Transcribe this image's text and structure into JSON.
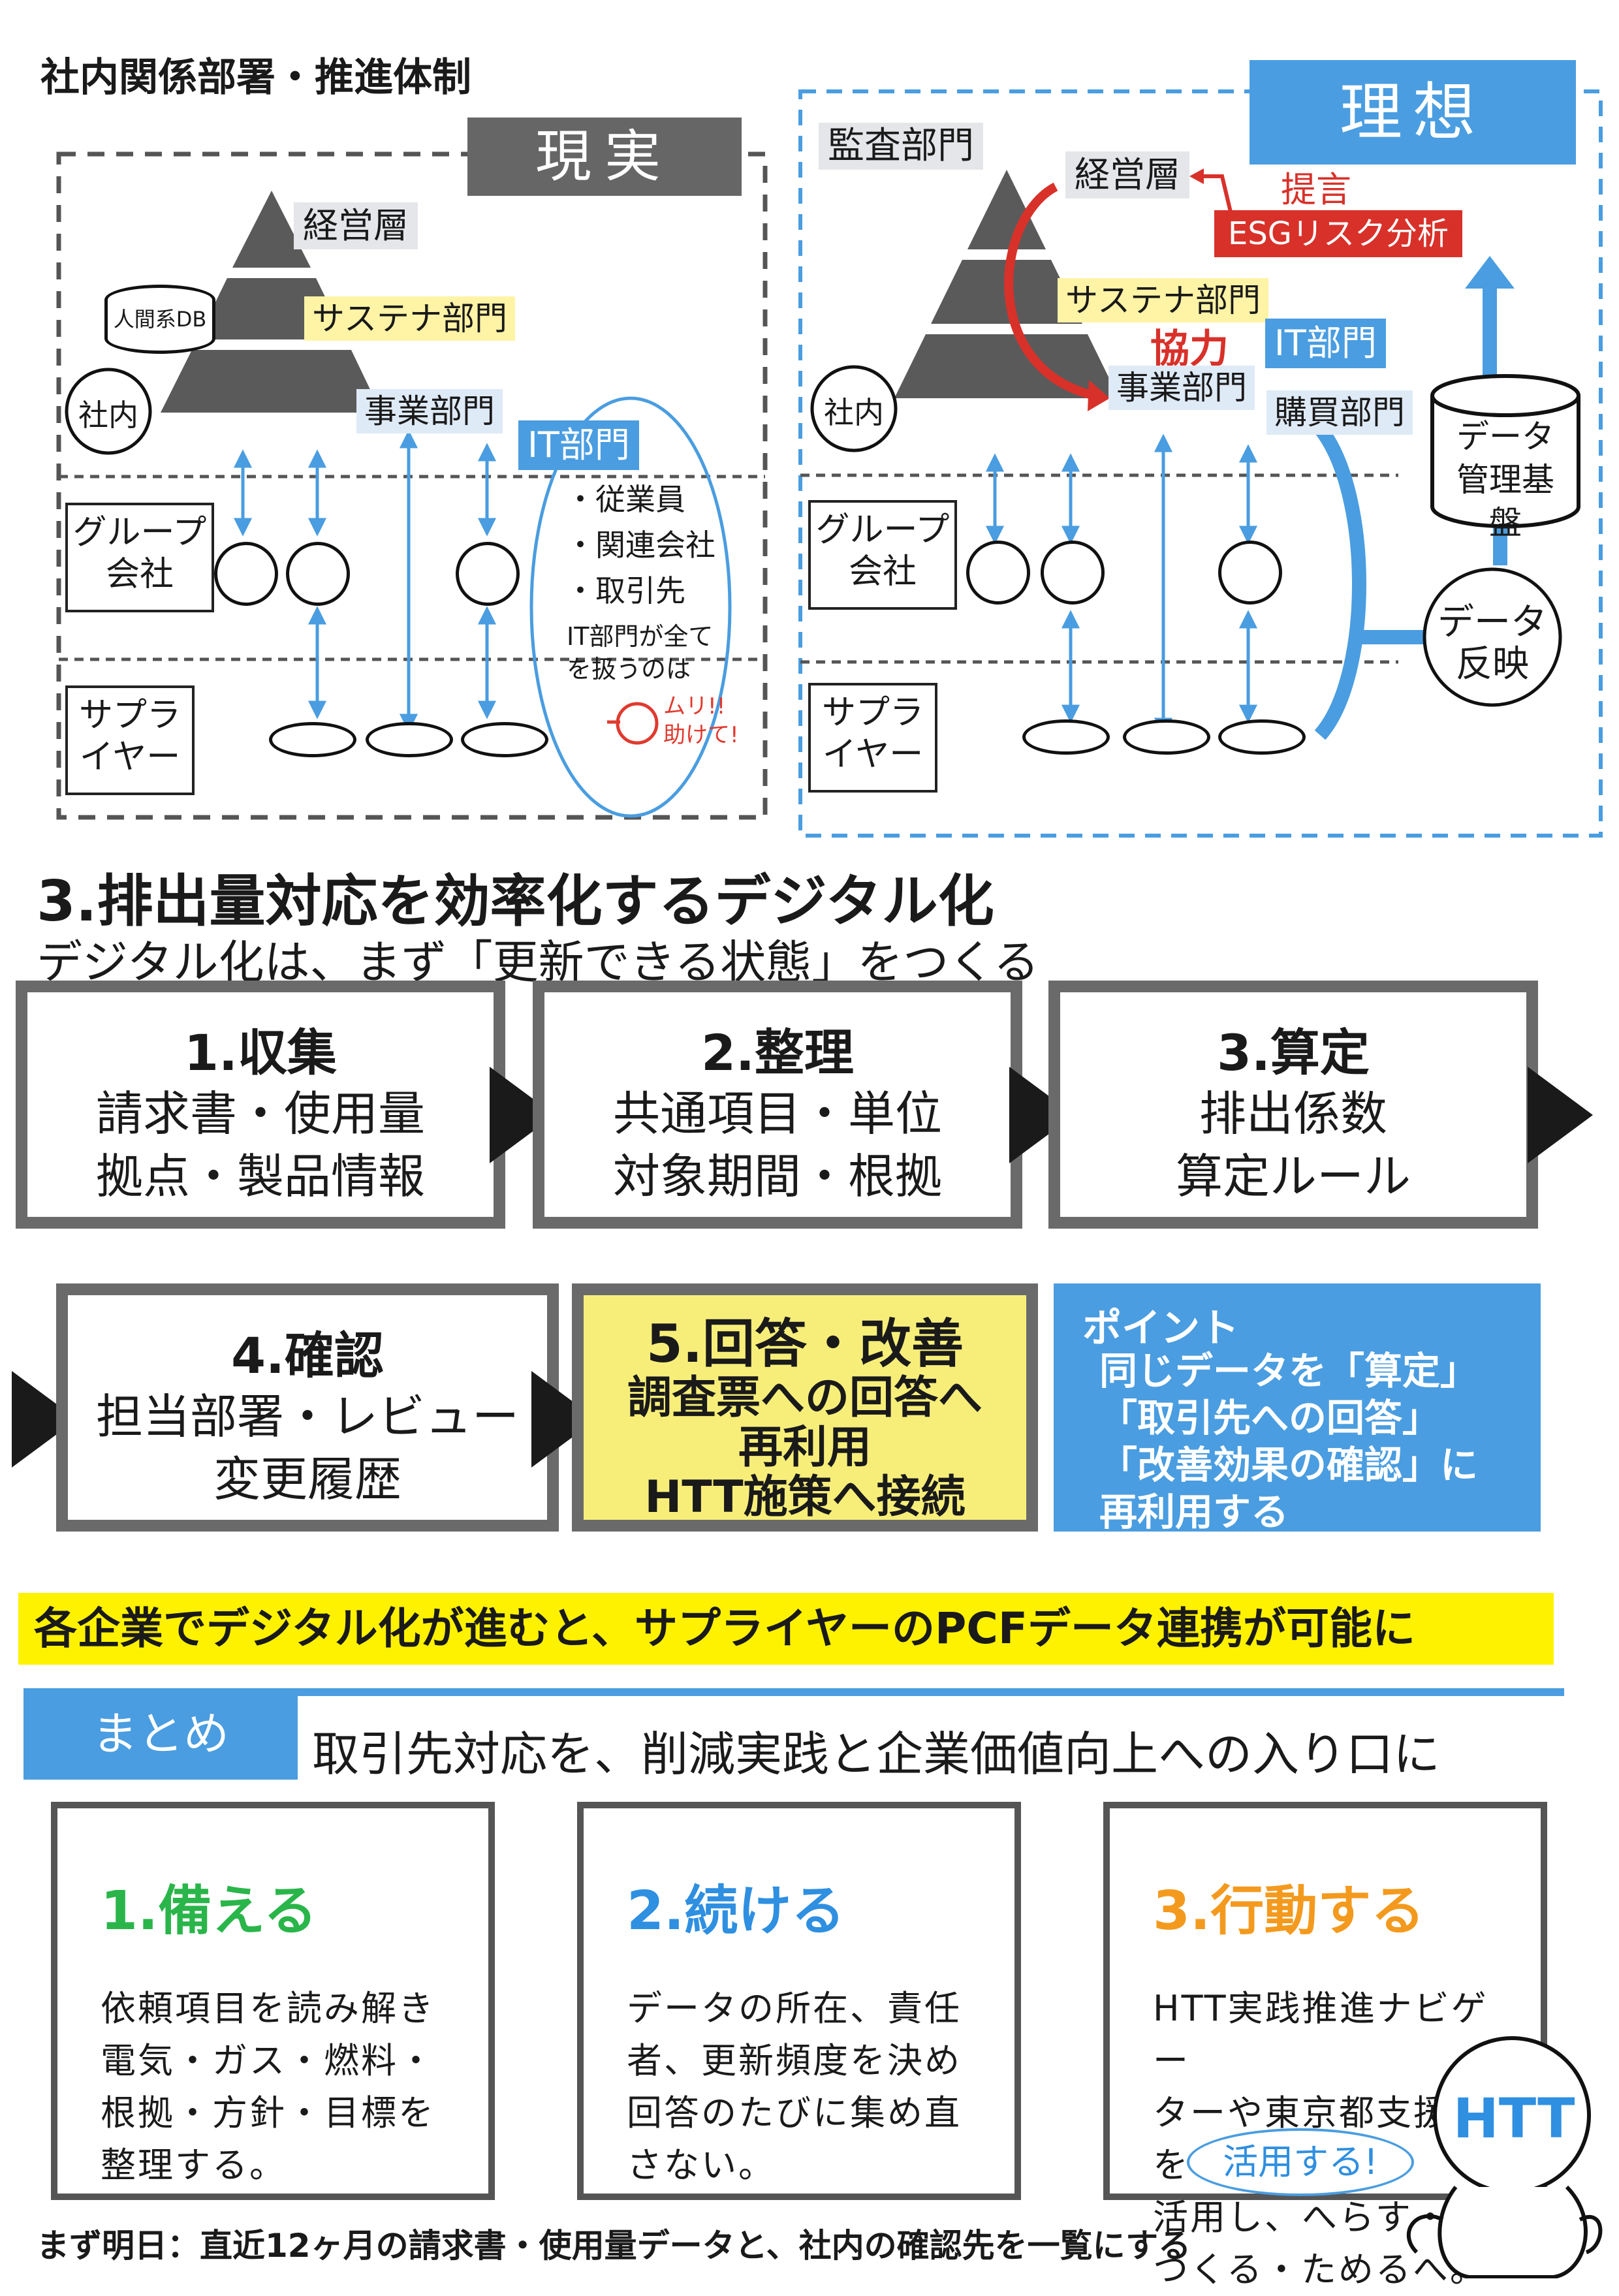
{
  "section_title": "社内関係部署・推進体制",
  "left_panel": {
    "tag": "現実",
    "exec": "経営層",
    "hr_db": "人間系DB",
    "sustain": "サステナ部門",
    "internal": "社内",
    "business": "事業部門",
    "it": "IT部門",
    "group": [
      "グループ",
      "会社"
    ],
    "supplier": [
      "サプラ",
      "イヤー"
    ],
    "it_notes": [
      "・従業員",
      "・関連会社",
      "・取引先"
    ],
    "it_comment": [
      "IT部門が全て",
      "を扱うのは"
    ],
    "cry": [
      "ムリ!!",
      "助けて!"
    ]
  },
  "right_panel": {
    "tag": "理想",
    "audit": "監査部門",
    "exec": "経営層",
    "proposal": "提言",
    "esg": "ESGリスク分析",
    "sustain": "サステナ部門",
    "cooperation": "協力",
    "it": "IT部門",
    "internal": "社内",
    "business": "事業部門",
    "purchasing": "購買部門",
    "data_platform": [
      "データ",
      "管理基盤"
    ],
    "group": [
      "グループ",
      "会社"
    ],
    "supplier": [
      "サプラ",
      "イヤー"
    ],
    "data_reflect": [
      "データ",
      "反映"
    ]
  },
  "heading3": "3.排出量対応を効率化するデジタル化",
  "subheading3": "デジタル化は、まず「更新できる状態」をつくる",
  "steps": [
    {
      "title": "1.収集",
      "lines": [
        "請求書・使用量",
        "拠点・製品情報"
      ]
    },
    {
      "title": "2.整理",
      "lines": [
        "共通項目・単位",
        "対象期間・根拠"
      ]
    },
    {
      "title": "3.算定",
      "lines": [
        "排出係数",
        "算定ルール"
      ]
    },
    {
      "title": "4.確認",
      "lines": [
        "担当部署・レビュー",
        "変更履歴"
      ]
    },
    {
      "title": "5.回答・改善",
      "lines": [
        "調査票への回答へ",
        "再利用",
        "HTT施策へ接続"
      ]
    }
  ],
  "point": {
    "title": "ポイント",
    "lines": [
      "同じデータを「算定」",
      "「取引先への回答」",
      "「改善効果の確認」に",
      "再利用する"
    ]
  },
  "banner": "各企業でデジタル化が進むと、サプライヤーのPCFデータ連携が可能に",
  "summary": {
    "tag": "まとめ",
    "headline": "取引先対応を、削減実践と企業価値向上への入り口に",
    "cards": [
      {
        "title": "1.備える",
        "lines": [
          "依頼項目を読み解き",
          "電気・ガス・燃料・",
          "根拠・方針・目標を",
          "整理する。"
        ]
      },
      {
        "title": "2.続ける",
        "lines": [
          "データの所在、責任",
          "者、更新頻度を決め",
          "回答のたびに集め直",
          "さない。"
        ]
      },
      {
        "title": "3.行動する",
        "lines": [
          "HTT実践推進ナビゲー",
          "ターや東京都支援策を",
          "活用し、へらす・",
          "つくる・ためるへ。"
        ]
      }
    ]
  },
  "mascot": {
    "label": "HTT",
    "bubble": "活用する!"
  },
  "footer": "まず明日：直近12ヶ月の請求書・使用量データと、社内の確認先を一覧にする",
  "colors": {
    "blue": "#4a9de0",
    "yellow": "#f7ee7a",
    "banner_yellow": "#fff200",
    "red": "#e03a2f",
    "green": "#2ab54a",
    "card2_blue": "#2f8fe0",
    "orange": "#f39a1e",
    "gray_border": "#6a6a6a"
  }
}
